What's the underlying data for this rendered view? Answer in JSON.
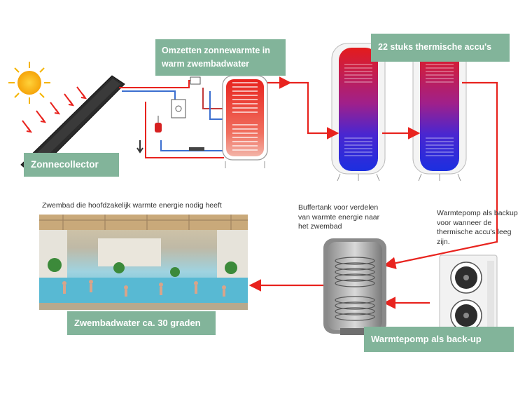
{
  "labels": {
    "solar_conversion": "Omzetten zonnewarmte in warm zwembadwater",
    "thermal_accus": "22 stuks thermische accu's",
    "collector": "Zonnecollector",
    "pool_water": "Zwembadwater ca. 30 graden",
    "heatpump_backup": "Warmtepomp als back-up"
  },
  "notes": {
    "pool_caption": "Zwembad die hoofdzakelijk warmte energie nodig heeft",
    "buffertank": "Buffertank voor verdelen van warmte energie naar het zwembad",
    "heatpump": "Warmtepomp als backup voor wanneer de thermische accu's leeg zijn."
  },
  "colors": {
    "label_bg": "#82b49a",
    "flow_arrow": "#e8231e",
    "tank_hot": "#e41c1c",
    "tank_cold": "#1c2fe0",
    "pipe_blue": "#3b6fd0"
  },
  "icons": [
    "sun-icon",
    "solar-panel-icon",
    "boiler-tank-icon",
    "thermal-accu-icon",
    "buffer-tank-icon",
    "heat-pump-icon",
    "swimming-pool-photo"
  ]
}
